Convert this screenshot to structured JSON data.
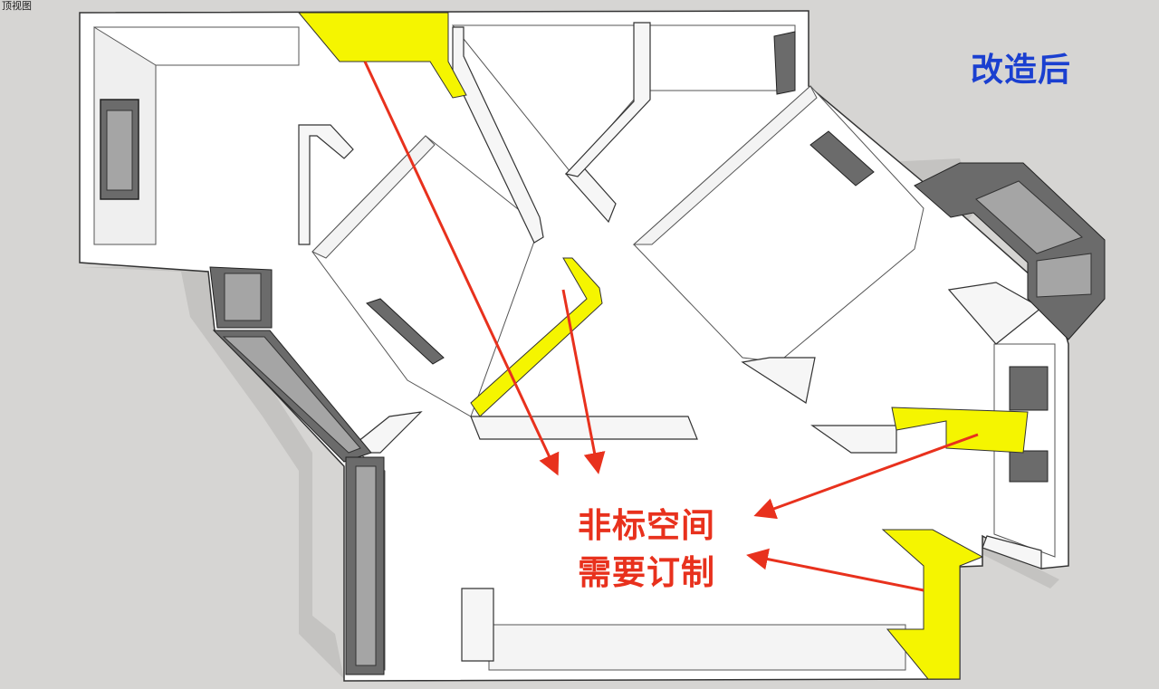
{
  "viewport": {
    "view_label": "顶视图",
    "title": "改造后"
  },
  "annotation": {
    "line1": "非标空间",
    "line2": "需要订制"
  },
  "colors": {
    "background": "#d6d5d3",
    "floor": "#ffffff",
    "wall": "#f4f4f4",
    "wall_shade": "#e2e2e2",
    "window_frame": "#555555",
    "window_glass": "#9a9a9a",
    "custom_cabinet": "#f5f500",
    "arrow": "#e8311d",
    "title": "#1a3fd0"
  }
}
